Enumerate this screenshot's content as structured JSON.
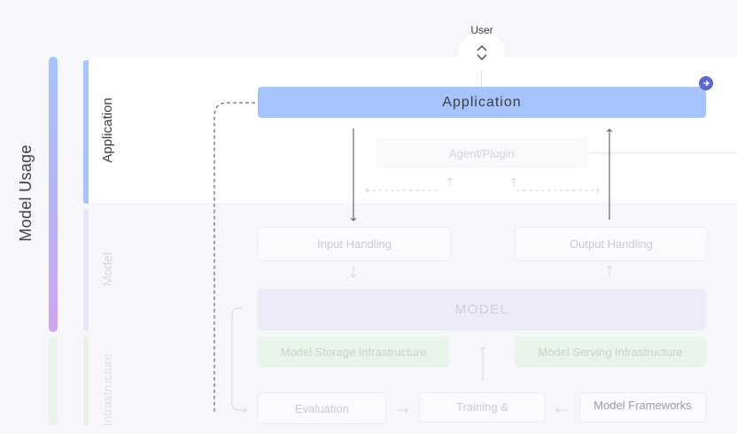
{
  "sidebar": {
    "model_usage": "Model Usage"
  },
  "layers": {
    "application": "Application",
    "model": "Model",
    "infrastructure": "Infrastructure"
  },
  "diagram": {
    "user": "User",
    "application": "Application",
    "agent_plugin": "Agent/Plugin",
    "input_handling": "Input Handling",
    "output_handling": "Output Handling",
    "model": "MODEL",
    "model_storage": "Model Storage Infrastructure",
    "model_serving": "Model Serving Infrastructure",
    "evaluation": "Evaluation",
    "training": "Training &",
    "model_frameworks": "Model Frameworks"
  },
  "colors": {
    "application_blue": "#a6c4fb",
    "model_purple": "#ecebf8",
    "infra_green": "#e8f3e9",
    "accent_indigo": "#5a69c9"
  },
  "icons": {
    "user_toggle": "chevron-up-down-icon",
    "application_link": "arrow-right-circle-icon"
  }
}
